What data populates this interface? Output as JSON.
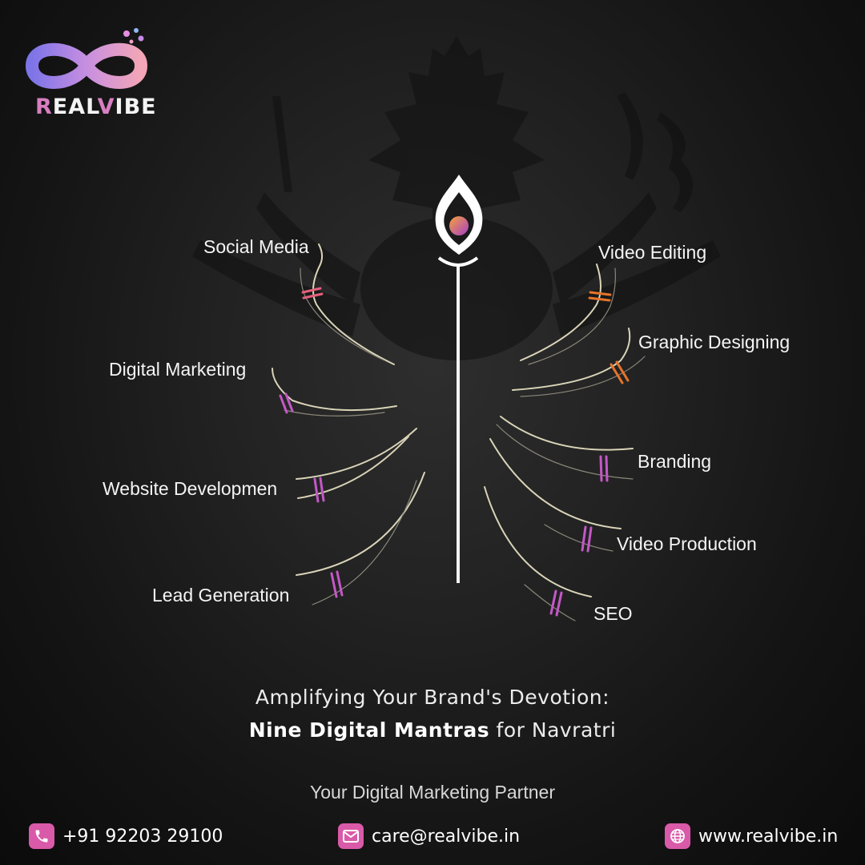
{
  "brand": {
    "name_first": "R",
    "name_rest": "EAL",
    "name_v": "V",
    "name_end": "IBE"
  },
  "services": {
    "left": [
      "Social Media",
      "Digital Marketing",
      "Website Developmen",
      "Lead Generation"
    ],
    "right": [
      "Video Editing",
      "Graphic Designing",
      "Branding",
      "Video Production",
      "SEO"
    ]
  },
  "headline": {
    "line1": "Amplifying Your Brand's Devotion:",
    "line2_bold": "Nine Digital Mantras",
    "line2_rest": " for Navratri"
  },
  "tagline": "Your Digital Marketing Partner",
  "contacts": {
    "phone": "+91 92203 29100",
    "email": "care@realvibe.in",
    "website": "www.realvibe.in"
  },
  "colors": {
    "accent_pink": "#d95aa8",
    "accent_orange": "#e8742a",
    "background": "#1a1a1a"
  },
  "icons": [
    "infinity-logo-icon",
    "trishul-icon",
    "phone-icon",
    "mail-icon",
    "globe-icon"
  ]
}
